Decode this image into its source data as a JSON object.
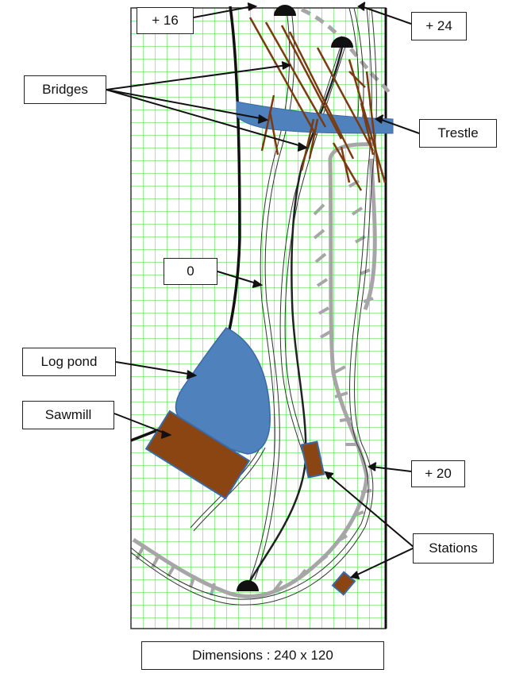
{
  "labels": {
    "elev_16": "+ 16",
    "elev_24": "+ 24",
    "bridges": "Bridges",
    "trestle": "Trestle",
    "elev_0": "0",
    "log_pond": "Log pond",
    "sawmill": "Sawmill",
    "elev_20": "+ 20",
    "stations": "Stations",
    "dimensions": "Dimensions : 240 x 120"
  },
  "colors": {
    "grid": "#33dd33",
    "border": "#111111",
    "water": "#4f81bd",
    "building": "#8b4513",
    "bridge": "#7a3b10",
    "platform": "#a6a6a6",
    "track": "#333333"
  }
}
